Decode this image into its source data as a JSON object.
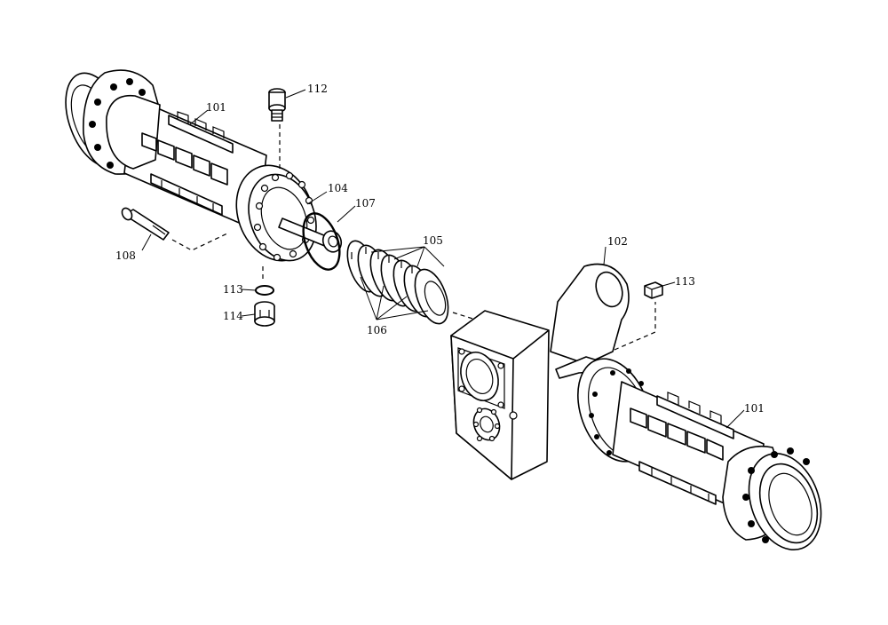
{
  "callouts": {
    "p101_left": "101",
    "p112": "112",
    "p104": "104",
    "p107": "107",
    "p108": "108",
    "p105": "105",
    "p102": "102",
    "p113_right": "113",
    "p113_left": "113",
    "p114": "114",
    "p106": "106",
    "p101_right": "101"
  }
}
